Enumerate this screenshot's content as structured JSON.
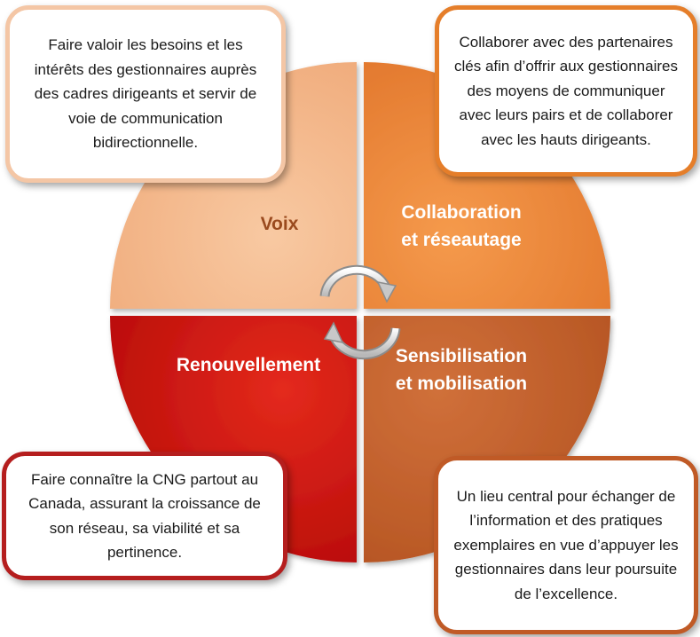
{
  "quadrants": {
    "voix": {
      "line1": "Voix",
      "color": "#F4B183"
    },
    "collaboration": {
      "line1": "Collaboration",
      "line2": "et réseautage",
      "color": "#ED7D31"
    },
    "renouvellement": {
      "line1": "Renouvellement",
      "color": "#C00000"
    },
    "sensibilisation": {
      "line1": "Sensibilisation",
      "line2": "et mobilisation",
      "color": "#C65A2A"
    }
  },
  "callouts": {
    "top_left": {
      "text": "Faire valoir les besoins et les intérêts des gestionnaires auprès des cadres dirigeants et servir de voie de communication bidirectionnelle.",
      "border_color": "#F4C6A5"
    },
    "top_right": {
      "text": "Collaborer avec des partenaires clés afin d’offrir aux gestionnaires des moyens de communiquer avec leurs pairs et de collaborer avec les hauts dirigeants.",
      "border_color": "#E57E2A"
    },
    "bottom_left": {
      "text": "Faire connaître la CNG partout au Canada, assurant la croissance de son réseau, sa viabilité et sa pertinence.",
      "border_color": "#B51E1E"
    },
    "bottom_right": {
      "text": "Un lieu central pour échanger de l’information et des pratiques exemplaires en vue d’appuyer les gestionnaires dans leur poursuite de l’excellence.",
      "border_color": "#C05A26"
    }
  },
  "center_icon": "circular-arrows-icon"
}
